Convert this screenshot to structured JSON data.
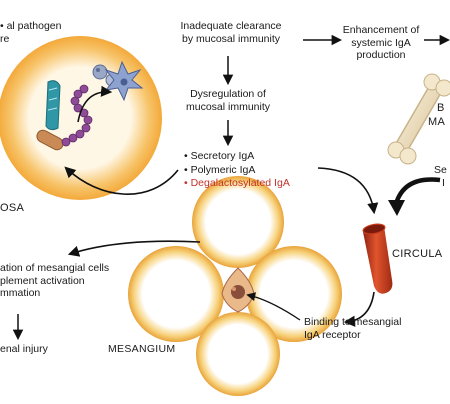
{
  "top_left_text": [
    "al pathogen",
    "re"
  ],
  "clearance_text": [
    "Inadequate clearance",
    "by mucosal immunity"
  ],
  "dysregulation_text": [
    "Dysregulation of",
    "mucosal immunity"
  ],
  "iga_list": [
    "Secretory IgA",
    "Polymeric IgA",
    "Degalactosylated IgA"
  ],
  "enhancement_text": [
    "Enhancement of",
    "systemic IgA",
    "production"
  ],
  "bone_marrow_text": [
    "B",
    "MA"
  ],
  "secretion_text": [
    "Se",
    "I"
  ],
  "mucosa_label": "OSA",
  "circulation_label": "CIRCULA",
  "mesangial_text": [
    "ation of mesangial cells",
    "plement activation",
    "mmation"
  ],
  "renal_text": "enal injury",
  "mesangium_label": "MESANGIUM",
  "receptor_text": [
    "Binding to mesangial",
    "IgA receptor"
  ],
  "colors": {
    "cell_orange": "#f3a93a",
    "cell_cream": "#fff7e6",
    "pathogen_purple": "#8f4b97",
    "bacillus_teal": "#2f97a6",
    "bacillus_tan": "#c98a55",
    "vessel_red": "#c83b1c",
    "bone_beige": "#f0e2c3",
    "degalactosylated_red": "#c0322b"
  },
  "icons": [
    "bacillus-icon",
    "bacteria-chain-icon",
    "virus-icon",
    "dendritic-cell-icon",
    "bone-icon",
    "blood-vessel-icon",
    "mesangial-cell-icon"
  ]
}
